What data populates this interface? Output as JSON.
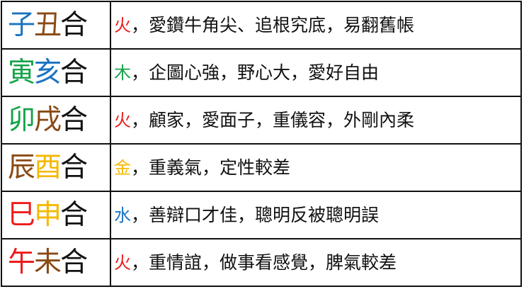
{
  "colors": {
    "blue": "#1a73c0",
    "brown": "#8a4a14",
    "black": "#111111",
    "green": "#16a34a",
    "gold": "#f5b800",
    "red": "#ee1c1c"
  },
  "rows": [
    {
      "pair": [
        {
          "char": "子",
          "color": "blue"
        },
        {
          "char": "丑",
          "color": "brown"
        },
        {
          "char": "合",
          "color": "black"
        }
      ],
      "element": {
        "char": "火",
        "color": "red"
      },
      "description": "，愛鑽牛角尖、追根究底，易翻舊帳"
    },
    {
      "pair": [
        {
          "char": "寅",
          "color": "green"
        },
        {
          "char": "亥",
          "color": "blue"
        },
        {
          "char": "合",
          "color": "black"
        }
      ],
      "element": {
        "char": "木",
        "color": "green"
      },
      "description": "，企圖心強，野心大，愛好自由"
    },
    {
      "pair": [
        {
          "char": "卯",
          "color": "green"
        },
        {
          "char": "戌",
          "color": "brown"
        },
        {
          "char": "合",
          "color": "black"
        }
      ],
      "element": {
        "char": "火",
        "color": "red"
      },
      "description": "，顧家，愛面子，重儀容，外剛內柔"
    },
    {
      "pair": [
        {
          "char": "辰",
          "color": "brown"
        },
        {
          "char": "酉",
          "color": "gold"
        },
        {
          "char": "合",
          "color": "black"
        }
      ],
      "element": {
        "char": "金",
        "color": "gold"
      },
      "description": "，重義氣，定性較差"
    },
    {
      "pair": [
        {
          "char": "巳",
          "color": "red"
        },
        {
          "char": "申",
          "color": "gold"
        },
        {
          "char": "合",
          "color": "black"
        }
      ],
      "element": {
        "char": "水",
        "color": "blue"
      },
      "description": "，善辯口才佳，聰明反被聰明誤"
    },
    {
      "pair": [
        {
          "char": "午",
          "color": "red"
        },
        {
          "char": "未",
          "color": "brown"
        },
        {
          "char": "合",
          "color": "black"
        }
      ],
      "element": {
        "char": "火",
        "color": "red"
      },
      "description": "，重情誼，做事看感覺，脾氣較差"
    }
  ]
}
